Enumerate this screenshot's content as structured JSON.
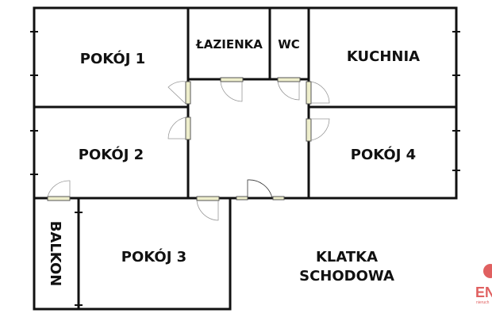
{
  "rooms": {
    "pokoj1": "POKÓJ 1",
    "lazienka": "ŁAZIENKA",
    "wc": "WC",
    "kuchnia": "KUCHNIA",
    "pokoj2": "POKÓJ 2",
    "pokoj4": "POKÓJ 4",
    "balkon": "BALKON",
    "pokoj3": "POKÓJ 3",
    "klatka_line1": "KLATKA",
    "klatka_line2": "SCHODOWA"
  },
  "logo": {
    "text": "EN",
    "subtext": "nieruch",
    "color": "#e06060"
  },
  "colors": {
    "wall": "#111111",
    "door": "#eeeecc"
  }
}
